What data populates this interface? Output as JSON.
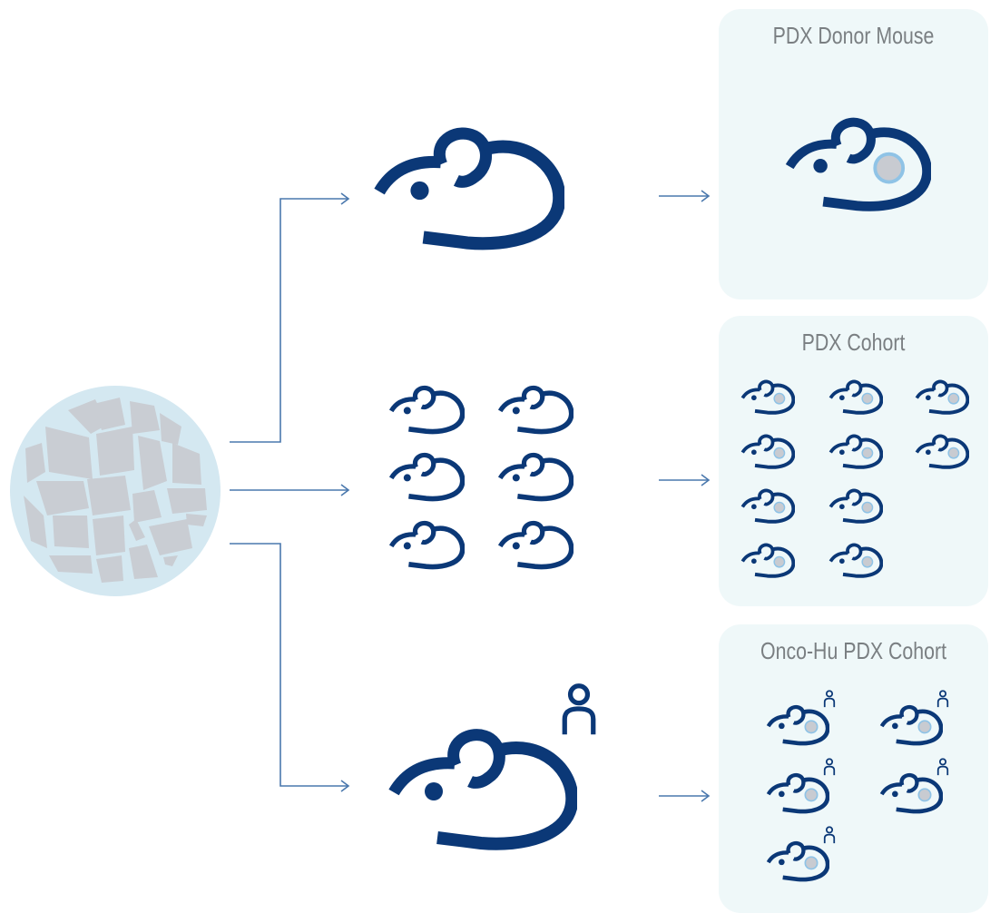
{
  "diagram": {
    "source": {
      "label": "tumor-tissue",
      "colors": {
        "fill": "#d4e8f1",
        "cells": "#c9cdd3"
      }
    },
    "colors": {
      "mouse": "#0b3877",
      "arrow": "#4a78ad",
      "panel": "#eff8f9",
      "title": "#7a7f82",
      "tumor_fill": "#c8cbd1",
      "tumor_ring": "#8fc3e6"
    },
    "panels": [
      {
        "title": "PDX Donor Mouse",
        "mice": 1,
        "humanized": false
      },
      {
        "title": "PDX Cohort",
        "mice": 10,
        "humanized": false
      },
      {
        "title": "Onco-Hu PDX Cohort",
        "mice": 5,
        "humanized": true
      }
    ],
    "middle": [
      {
        "name": "single-mouse",
        "mice": 1,
        "humanized": false
      },
      {
        "name": "mouse-group",
        "mice": 6,
        "humanized": false
      },
      {
        "name": "humanized-mouse",
        "mice": 1,
        "humanized": true
      }
    ]
  }
}
